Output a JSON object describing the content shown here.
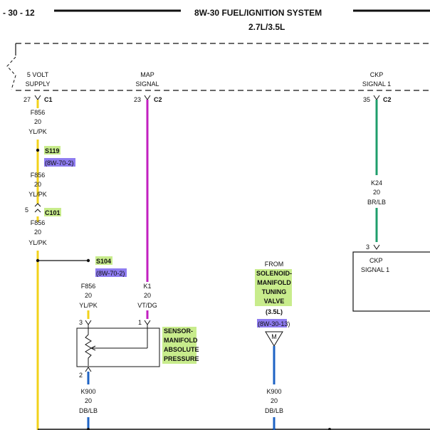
{
  "header": {
    "page_number": "- 30 - 12",
    "title": "8W-30 FUEL/IGNITION SYSTEM",
    "subtitle": "2.7L/3.5L"
  },
  "pcm_labels": {
    "five_volt_supply_line1": "5 VOLT",
    "five_volt_supply_line2": "SUPPLY",
    "map_signal_line1": "MAP",
    "map_signal_line2": "SIGNAL",
    "ckp_signal_line1": "CKP",
    "ckp_signal_line2": "SIGNAL 1"
  },
  "pins": {
    "p27": "27",
    "c1": "C1",
    "p23": "23",
    "c2a": "C2",
    "p35": "35",
    "c2b": "C2",
    "p5": "5",
    "p3a": "3",
    "p1": "1",
    "p2": "2",
    "p3b": "3"
  },
  "wires": {
    "f856_1": {
      "circuit": "F856",
      "gauge": "20",
      "color": "YL/PK"
    },
    "f856_2": {
      "circuit": "F856",
      "gauge": "20",
      "color": "YL/PK"
    },
    "f856_3": {
      "circuit": "F856",
      "gauge": "20",
      "color": "YL/PK"
    },
    "f856_4": {
      "circuit": "F856",
      "gauge": "20",
      "color": "YL/PK"
    },
    "k1": {
      "circuit": "K1",
      "gauge": "20",
      "color": "VT/DG"
    },
    "k24": {
      "circuit": "K24",
      "gauge": "20",
      "color": "BR/LB"
    },
    "k900_a": {
      "circuit": "K900",
      "gauge": "20",
      "color": "DB/LB"
    },
    "k900_b": {
      "circuit": "K900",
      "gauge": "20",
      "color": "DB/LB"
    }
  },
  "splices": {
    "s119": "S119",
    "ref_s119": "(8W-70-2)",
    "c101": "C101",
    "s104": "S104",
    "ref_s104": "(8W-70-2)"
  },
  "components": {
    "map_sensor": [
      "SENSOR-",
      "MANIFOLD",
      "ABSOLUTE",
      "PRESSURE"
    ],
    "from_label": "FROM",
    "solenoid": [
      "SOLENOID-",
      "MANIFOLD",
      "TUNING",
      "VALVE"
    ],
    "engine_note": "(3.5L)",
    "solenoid_ref": "(8W-30-13)",
    "ckp_sensor_line1": "CKP",
    "ckp_sensor_line2": "SIGNAL 1",
    "m_marker": "M"
  },
  "colors": {
    "yl_pk": "#f2d21b",
    "vt_dg": "#c21fc0",
    "br_lb": "#1f9e6b",
    "db_lb": "#1e63c4",
    "highlight_green": "#c8ec8c",
    "highlight_purple": "#8e7cf0"
  }
}
